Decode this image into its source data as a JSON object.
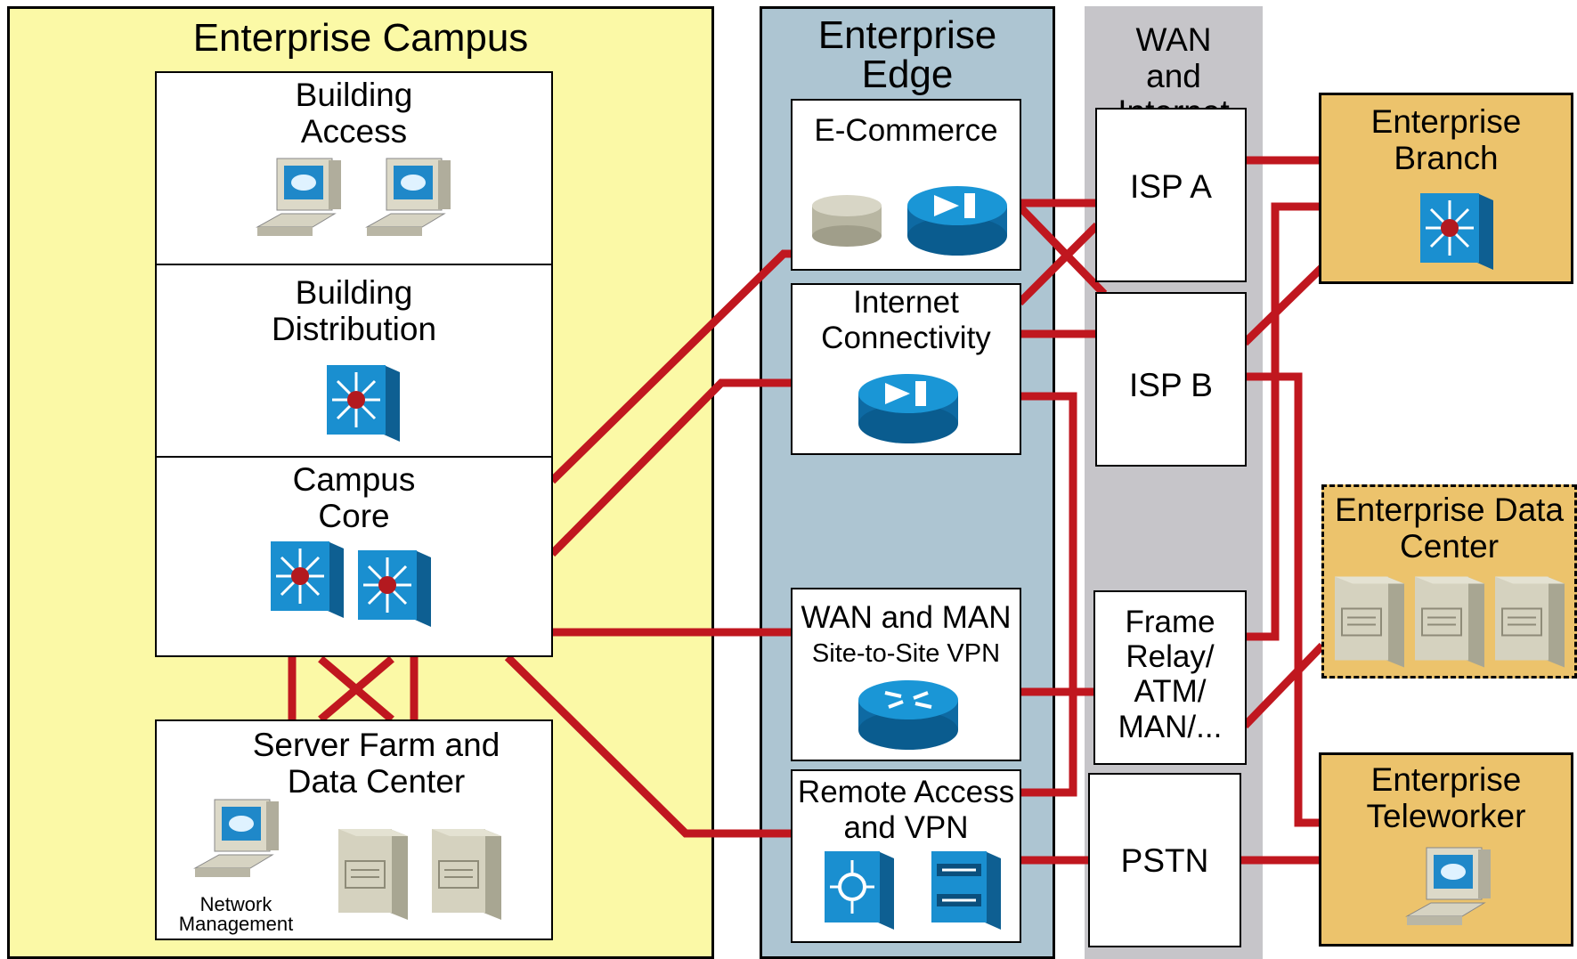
{
  "regions": {
    "campus": "Enterprise Campus",
    "edge": "Enterprise Edge",
    "wan": "WAN and Internet"
  },
  "campus_modules": {
    "building_access": "Building Access",
    "building_distribution": "Building Distribution",
    "campus_core": "Campus Core",
    "server_farm": "Server Farm and Data Center",
    "network_management": "Network Management"
  },
  "edge_modules": {
    "ecommerce": "E-Commerce",
    "internet": "Internet Connectivity",
    "wan_man_line1": "WAN and MAN",
    "wan_man_line2": "Site-to-Site VPN",
    "remote_access": "Remote Access and VPN"
  },
  "wan_modules": {
    "isp_a": "ISP A",
    "isp_b": "ISP B",
    "frame_relay": "Frame Relay/ ATM/ MAN/...",
    "pstn": "PSTN"
  },
  "external": {
    "branch": "Enterprise Branch",
    "data_center": "Enterprise Data Center",
    "teleworker": "Enterprise Teleworker"
  },
  "colors": {
    "campus_bg": "#fbf9a6",
    "edge_bg": "#adc5d2",
    "wan_bg": "#c6c5c9",
    "external_bg": "#ecc36c",
    "link": "#c0171f",
    "device_blue": "#1a8fd0"
  }
}
